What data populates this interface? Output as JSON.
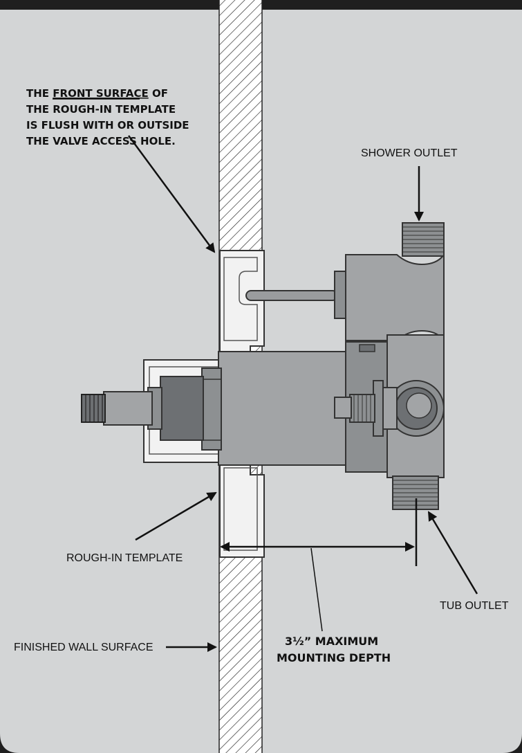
{
  "callouts": {
    "front_surface": {
      "line1_pre": "THE ",
      "line1_under": "FRONT SURFACE",
      "line1_post": " OF",
      "line2": "THE ROUGH-IN TEMPLATE",
      "line3": "IS FLUSH WITH OR OUTSIDE",
      "line4": "THE VALVE ACCESS HOLE."
    },
    "shower_outlet": "SHOWER OUTLET",
    "rough_in_template": "ROUGH-IN TEMPLATE",
    "tub_outlet": "TUB OUTLET",
    "finished_wall_surface": "FINISHED WALL SURFACE",
    "depth_line1": "3½” MAXIMUM",
    "depth_line2": "MOUNTING DEPTH"
  },
  "colors": {
    "frame": "#1f1f1f",
    "panel": "#d3d5d6",
    "valve_body": "#a2a4a6",
    "valve_dark": "#6d7073",
    "template_fill": "#f2f2f2"
  }
}
